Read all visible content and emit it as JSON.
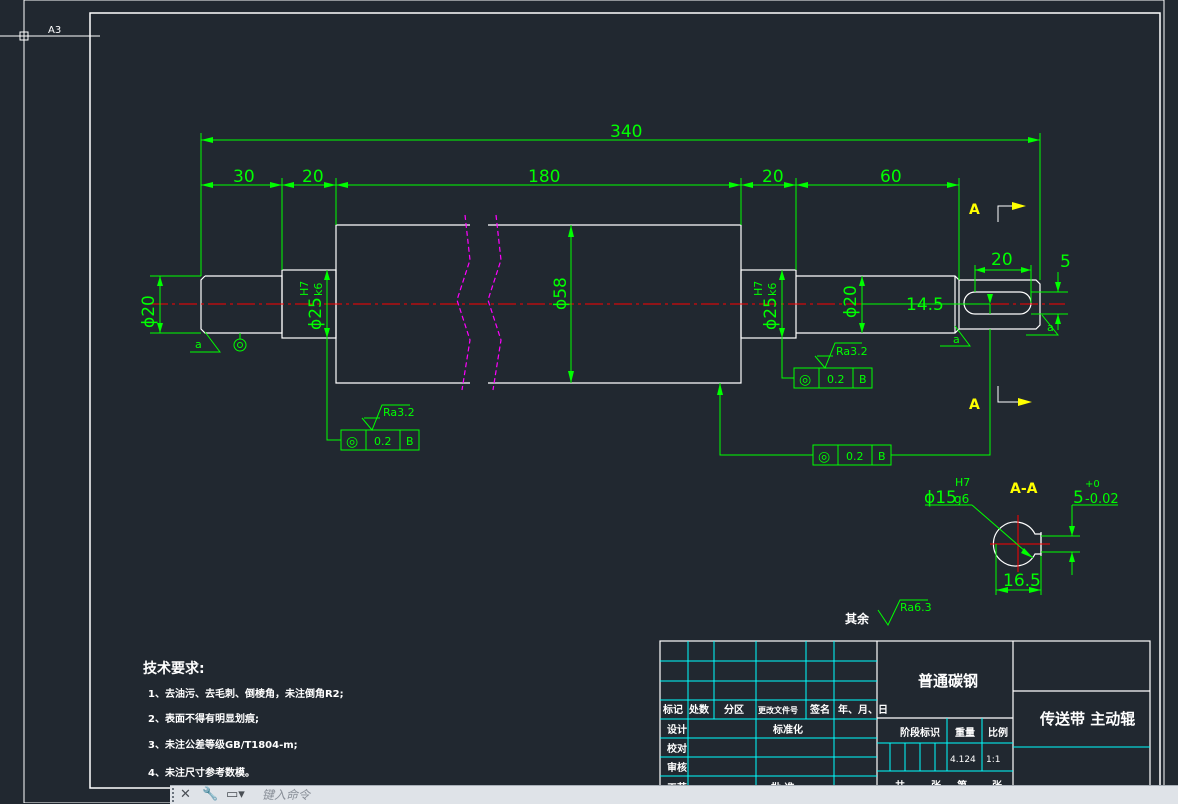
{
  "sheet": {
    "size_label": "A3"
  },
  "dims": {
    "overall": "340",
    "seg1": "30",
    "seg2": "20",
    "seg3": "180",
    "seg4": "20",
    "seg5": "60",
    "keyway_len": "20",
    "keyway_w": "5",
    "d_end_left": "ϕ20",
    "d_bearing_left": "ϕ25",
    "d_roller": "ϕ58",
    "d_bearing_right": "ϕ25",
    "d_end_right": "ϕ20",
    "key_depth": "14.5",
    "fit_hole": "H7",
    "fit_shaft": "k6"
  },
  "section": {
    "marker": "A",
    "title": "A-A",
    "d_label": "ϕ15",
    "d_hole": "H7",
    "d_shaft": "g6",
    "keyw": "5",
    "keyw_up": "+0",
    "keyw_dn": "-0.02",
    "depth": "16.5"
  },
  "tolerances": {
    "symbol": "◎",
    "value": "0.2",
    "datum": "B",
    "ra_left": "Ra3.2",
    "ra_right": "Ra3.2",
    "ra_rest_prefix": "其余",
    "ra_rest": "Ra6.3",
    "datum_a": "a"
  },
  "notes": {
    "title": "技术要求:",
    "items": [
      "1、去油污、去毛刺、倒棱角，未注倒角R2;",
      "2、表面不得有明显划痕;",
      "3、未注公差等级GB/T1804-m;",
      "4、未注尺寸参考数模。"
    ]
  },
  "title_block": {
    "material": "普通碳钢",
    "part_name": "传送带 主动辊",
    "headers": [
      "标记",
      "处数",
      "分区",
      "更改文件号",
      "签名",
      "年、月、日"
    ],
    "roles": [
      "设计",
      "校对",
      "审核",
      "工艺"
    ],
    "std": "标准化",
    "approve": "批  准",
    "stage": "阶段标识",
    "weight_label": "重量",
    "scale_label": "比例",
    "weight": "4.124",
    "scale": "1:1",
    "sheets": [
      "共",
      "张",
      "第",
      "张"
    ]
  },
  "command_line": {
    "placeholder": "键入命令"
  },
  "colors": {
    "background": "#212830",
    "geometry": "#ffffff",
    "dimension": "#00ff00",
    "centerline": "#ff0000",
    "break_line": "#ff00ff",
    "section_marker": "#ffff00",
    "title_block": "#00ffff"
  }
}
